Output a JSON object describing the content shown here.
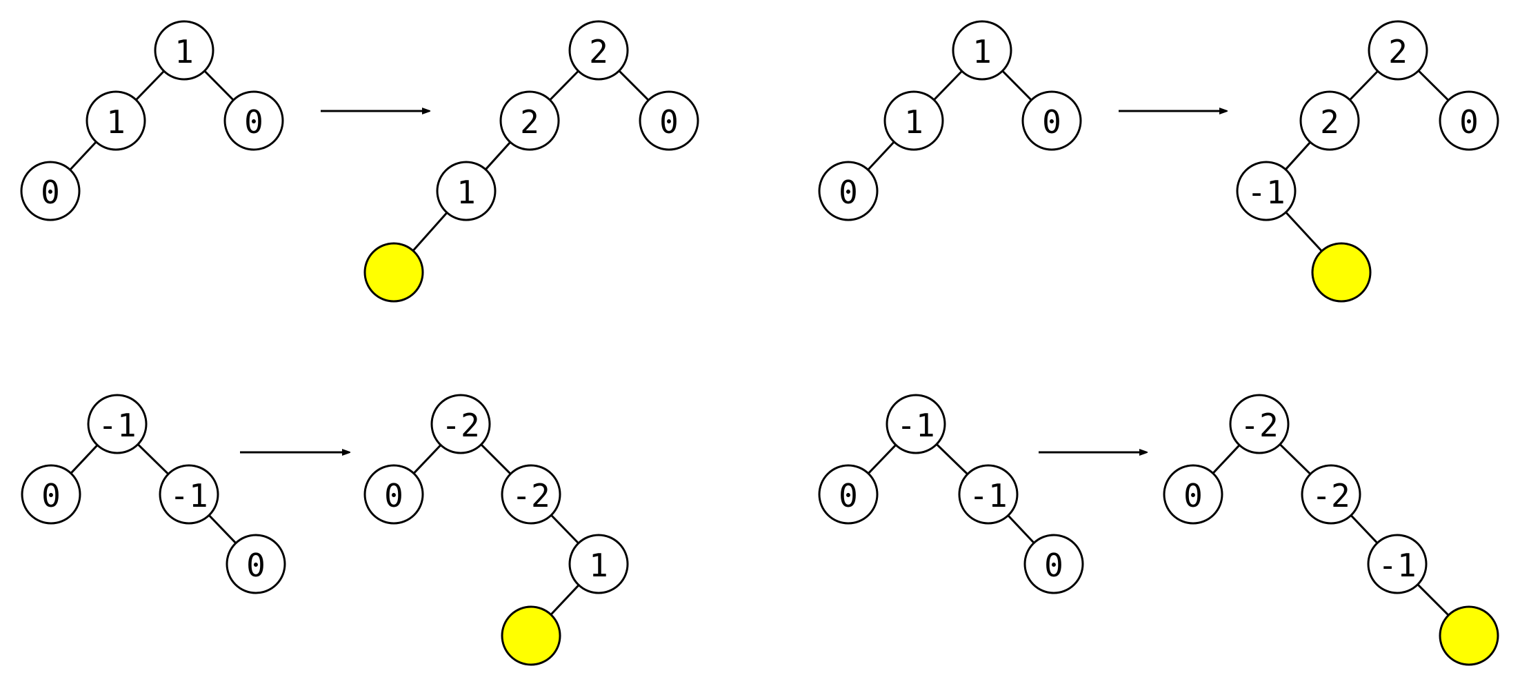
{
  "colors": {
    "node_fill": "#ffffff",
    "inserted_fill": "#ffff00",
    "stroke": "#000000"
  },
  "diagrams": [
    {
      "id": "top-left-before",
      "nodes": [
        {
          "id": "r",
          "label": "1"
        },
        {
          "id": "l",
          "label": "1"
        },
        {
          "id": "rr",
          "label": "0"
        },
        {
          "id": "ll",
          "label": "0"
        }
      ],
      "edges": [
        [
          "r",
          "l"
        ],
        [
          "r",
          "rr"
        ],
        [
          "l",
          "ll"
        ]
      ]
    },
    {
      "id": "top-left-after",
      "nodes": [
        {
          "id": "r",
          "label": "2"
        },
        {
          "id": "l",
          "label": "2"
        },
        {
          "id": "rr",
          "label": "0"
        },
        {
          "id": "ll",
          "label": "1"
        },
        {
          "id": "new",
          "label": "",
          "inserted": true
        }
      ],
      "edges": [
        [
          "r",
          "l"
        ],
        [
          "r",
          "rr"
        ],
        [
          "l",
          "ll"
        ],
        [
          "ll",
          "new"
        ]
      ]
    },
    {
      "id": "top-right-before",
      "nodes": [
        {
          "id": "r",
          "label": "1"
        },
        {
          "id": "l",
          "label": "1"
        },
        {
          "id": "rr",
          "label": "0"
        },
        {
          "id": "ll",
          "label": "0"
        }
      ],
      "edges": [
        [
          "r",
          "l"
        ],
        [
          "r",
          "rr"
        ],
        [
          "l",
          "ll"
        ]
      ]
    },
    {
      "id": "top-right-after",
      "nodes": [
        {
          "id": "r",
          "label": "2"
        },
        {
          "id": "l",
          "label": "2"
        },
        {
          "id": "rr",
          "label": "0"
        },
        {
          "id": "ll",
          "label": "-1"
        },
        {
          "id": "new",
          "label": "",
          "inserted": true
        }
      ],
      "edges": [
        [
          "r",
          "l"
        ],
        [
          "r",
          "rr"
        ],
        [
          "l",
          "ll"
        ],
        [
          "ll",
          "new"
        ]
      ]
    },
    {
      "id": "bottom-left-before",
      "nodes": [
        {
          "id": "r",
          "label": "-1"
        },
        {
          "id": "l",
          "label": "0"
        },
        {
          "id": "rr",
          "label": "-1"
        },
        {
          "id": "rrr",
          "label": "0"
        }
      ],
      "edges": [
        [
          "r",
          "l"
        ],
        [
          "r",
          "rr"
        ],
        [
          "rr",
          "rrr"
        ]
      ]
    },
    {
      "id": "bottom-left-after",
      "nodes": [
        {
          "id": "r",
          "label": "-2"
        },
        {
          "id": "l",
          "label": "0"
        },
        {
          "id": "rr",
          "label": "-2"
        },
        {
          "id": "rrr",
          "label": "1"
        },
        {
          "id": "new",
          "label": "",
          "inserted": true
        }
      ],
      "edges": [
        [
          "r",
          "l"
        ],
        [
          "r",
          "rr"
        ],
        [
          "rr",
          "rrr"
        ],
        [
          "rrr",
          "new"
        ]
      ]
    },
    {
      "id": "bottom-right-before",
      "nodes": [
        {
          "id": "r",
          "label": "-1"
        },
        {
          "id": "l",
          "label": "0"
        },
        {
          "id": "rr",
          "label": "-1"
        },
        {
          "id": "rrr",
          "label": "0"
        }
      ],
      "edges": [
        [
          "r",
          "l"
        ],
        [
          "r",
          "rr"
        ],
        [
          "rr",
          "rrr"
        ]
      ]
    },
    {
      "id": "bottom-right-after",
      "nodes": [
        {
          "id": "r",
          "label": "-2"
        },
        {
          "id": "l",
          "label": "0"
        },
        {
          "id": "rr",
          "label": "-2"
        },
        {
          "id": "rrr",
          "label": "-1"
        },
        {
          "id": "new",
          "label": "",
          "inserted": true
        }
      ],
      "edges": [
        [
          "r",
          "l"
        ],
        [
          "r",
          "rr"
        ],
        [
          "rr",
          "rrr"
        ],
        [
          "rrr",
          "new"
        ]
      ]
    }
  ],
  "arrows": [
    {
      "id": "arrow-top-left"
    },
    {
      "id": "arrow-top-right"
    },
    {
      "id": "arrow-bottom-left"
    },
    {
      "id": "arrow-bottom-right"
    }
  ]
}
